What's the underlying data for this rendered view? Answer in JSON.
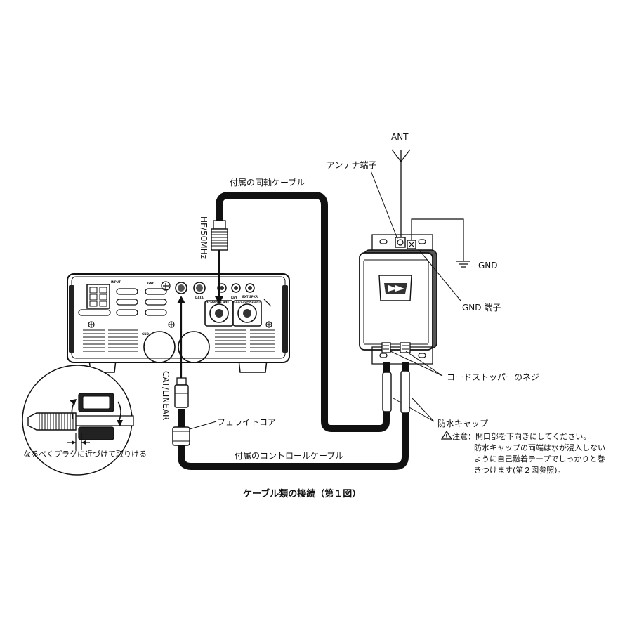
{
  "labels": {
    "ant": "ANT",
    "antenna_terminal": "アンテナ端子",
    "gnd": "GND",
    "gnd_terminal": "GND 端子",
    "coax_cable": "付属の同軸ケーブル",
    "hf50mhz": "HF/50MHz",
    "cat_linear": "CAT/LINEAR",
    "cord_stopper_screw": "コードストッパーのネジ",
    "waterproof_cap": "防水キャップ",
    "ferrite_core": "フェライトコア",
    "control_cable": "付属のコントロールケーブル",
    "near_plug": "なるべくプラグに近づけて取りける"
  },
  "note": {
    "line1": "注意：開口部を下向きにしてください。",
    "line2": "防水キャップの両端は水が浸入しない",
    "line3": "ように自己融着テープでしっかりと巻",
    "line4": "きつけます(第２図参照)。"
  },
  "radio_panel": {
    "input": "INPUT",
    "gnd": "GND",
    "data": "DATA",
    "ext_spkr": "EXT SPKR",
    "key": "KEY",
    "hf_ant": "HF/50MHz ANT",
    "vhf_ant": "144/430MHz ANT",
    "gnd_port": "GND"
  },
  "caption": "ケーブル類の接続（第１図）"
}
